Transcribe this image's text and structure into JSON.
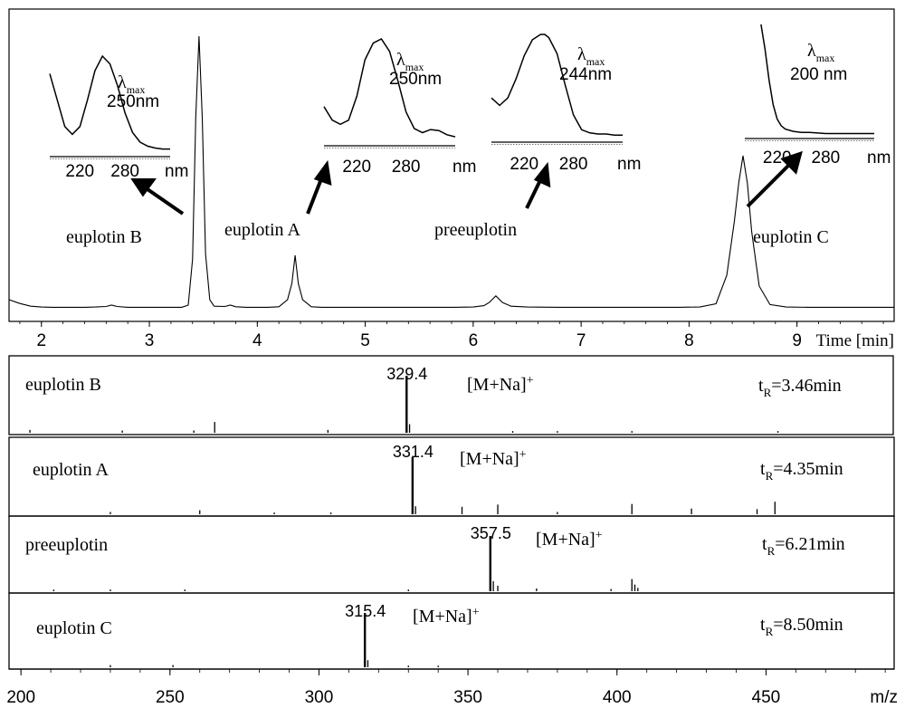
{
  "chart_data": [
    {
      "type": "line",
      "name": "hplc-chromatogram",
      "xlabel": "Time [min]",
      "xlim": [
        1.7,
        9.9
      ],
      "x_ticks": [
        2,
        3,
        4,
        5,
        6,
        7,
        8,
        9
      ],
      "grid": false,
      "series": [
        {
          "x": [
            1.7,
            1.8,
            1.9,
            2.0,
            2.1,
            2.2,
            2.3,
            2.4,
            2.5,
            2.6,
            2.65,
            2.7,
            2.8,
            2.9,
            3.0,
            3.1,
            3.2,
            3.3,
            3.36,
            3.4,
            3.43,
            3.46,
            3.49,
            3.52,
            3.56,
            3.6,
            3.7,
            3.75,
            3.8,
            3.9,
            4.0,
            4.1,
            4.2,
            4.28,
            4.32,
            4.35,
            4.38,
            4.42,
            4.5,
            4.6,
            4.8,
            5.0,
            5.2,
            5.4,
            5.6,
            5.8,
            6.0,
            6.1,
            6.15,
            6.21,
            6.27,
            6.35,
            6.5,
            6.8,
            7.0,
            7.3,
            7.6,
            7.9,
            8.1,
            8.25,
            8.35,
            8.42,
            8.46,
            8.5,
            8.54,
            8.58,
            8.65,
            8.75,
            8.9,
            9.1,
            9.3,
            9.6,
            9.9
          ],
          "y": [
            3.0,
            1.6,
            0.6,
            0.3,
            0.2,
            0.2,
            0.2,
            0.2,
            0.3,
            0.5,
            1.0,
            0.5,
            0.2,
            0.2,
            0.2,
            0.2,
            0.2,
            0.2,
            1.0,
            18,
            70,
            100,
            70,
            20,
            3,
            0.6,
            0.5,
            1.0,
            0.4,
            0.2,
            0.2,
            0.2,
            0.4,
            3.0,
            9.0,
            19.3,
            9.0,
            3.0,
            0.4,
            0.2,
            0.2,
            0.2,
            0.2,
            0.2,
            0.2,
            0.2,
            0.3,
            0.8,
            2.0,
            4.4,
            2.0,
            0.6,
            0.3,
            0.2,
            0.2,
            0.2,
            0.2,
            0.2,
            0.3,
            1.5,
            12,
            32,
            46,
            56,
            46,
            28,
            8,
            1.2,
            0.3,
            0.2,
            0.2,
            0.2,
            0.2
          ]
        }
      ],
      "peaks": [
        {
          "label": "euplotin B",
          "t": 3.46
        },
        {
          "label": "euplotin A",
          "t": 4.35
        },
        {
          "label": "preeuplotin",
          "t": 6.21
        },
        {
          "label": "euplotin C",
          "t": 8.5
        }
      ]
    },
    {
      "type": "line",
      "name": "uv-spectrum-inset",
      "panels": [
        {
          "lambda_symbol": "λ",
          "lambda_sub": "max",
          "value_text": "250nm",
          "xlim": [
            180,
            340
          ],
          "tick_values": [
            220,
            280
          ],
          "tick_labels": [
            "220",
            "280"
          ],
          "unit": "nm",
          "x": [
            180,
            190,
            200,
            210,
            220,
            230,
            240,
            250,
            260,
            270,
            280,
            290,
            300,
            310,
            320,
            330,
            340
          ],
          "y": [
            0.82,
            0.55,
            0.28,
            0.2,
            0.28,
            0.55,
            0.85,
            1.0,
            0.92,
            0.7,
            0.42,
            0.22,
            0.12,
            0.08,
            0.06,
            0.05,
            0.05
          ]
        },
        {
          "lambda_symbol": "λ",
          "lambda_sub": "max",
          "value_text": "250nm",
          "xlim": [
            180,
            340
          ],
          "tick_values": [
            220,
            280
          ],
          "tick_labels": [
            "220",
            "280"
          ],
          "unit": "nm",
          "x": [
            180,
            190,
            200,
            210,
            220,
            230,
            240,
            250,
            260,
            270,
            280,
            290,
            300,
            310,
            320,
            330,
            340
          ],
          "y": [
            0.35,
            0.22,
            0.18,
            0.22,
            0.45,
            0.8,
            0.96,
            1.0,
            0.88,
            0.6,
            0.3,
            0.14,
            0.1,
            0.13,
            0.12,
            0.08,
            0.06
          ]
        },
        {
          "lambda_symbol": "λ",
          "lambda_sub": "max",
          "value_text": "244nm",
          "xlim": [
            180,
            340
          ],
          "tick_values": [
            220,
            280
          ],
          "tick_labels": [
            "220",
            "280"
          ],
          "unit": "nm",
          "x": [
            180,
            190,
            200,
            210,
            220,
            230,
            240,
            245,
            250,
            260,
            270,
            280,
            290,
            300,
            310,
            320,
            330,
            340
          ],
          "y": [
            0.4,
            0.33,
            0.4,
            0.58,
            0.8,
            0.95,
            1.0,
            1.0,
            0.97,
            0.82,
            0.52,
            0.24,
            0.1,
            0.07,
            0.06,
            0.06,
            0.05,
            0.05
          ]
        },
        {
          "lambda_symbol": "λ",
          "lambda_sub": "max",
          "value_text": "200 nm",
          "xlim": [
            180,
            340
          ],
          "tick_values": [
            220,
            280
          ],
          "tick_labels": [
            "220",
            "280"
          ],
          "unit": "nm",
          "x": [
            200,
            205,
            210,
            215,
            220,
            225,
            230,
            240,
            250,
            260,
            280,
            300,
            320,
            340
          ],
          "y": [
            1.0,
            0.78,
            0.5,
            0.28,
            0.15,
            0.09,
            0.06,
            0.04,
            0.03,
            0.03,
            0.02,
            0.02,
            0.02,
            0.02
          ]
        }
      ]
    },
    {
      "type": "bar",
      "name": "esi-ms-spectra",
      "xlabel": "m/z",
      "xlim": [
        196,
        493
      ],
      "x_ticks": [
        200,
        250,
        300,
        350,
        400,
        450
      ],
      "panels": [
        {
          "compound": "euplotin B",
          "peak_label": "329.4",
          "ion_text": "[M+Na]",
          "ion_charge": "+",
          "rt_prefix": "t",
          "rt_sub": "R",
          "rt_value": "=3.46min",
          "mz": [
            203,
            234,
            258,
            265,
            303,
            329.4,
            330.4,
            365,
            380,
            405,
            454
          ],
          "intensity": [
            0.05,
            0.04,
            0.04,
            0.19,
            0.05,
            1.0,
            0.15,
            0.03,
            0.03,
            0.03,
            0.03
          ]
        },
        {
          "compound": "euplotin A",
          "peak_label": "331.4",
          "ion_text": "[M+Na]",
          "ion_charge": "+",
          "rt_prefix": "t",
          "rt_sub": "R",
          "rt_value": "=4.35min",
          "mz": [
            230,
            260,
            285,
            304,
            331.4,
            332.4,
            348,
            360,
            380,
            405,
            425,
            447,
            453
          ],
          "intensity": [
            0.04,
            0.07,
            0.03,
            0.03,
            1.0,
            0.14,
            0.13,
            0.17,
            0.04,
            0.18,
            0.1,
            0.09,
            0.22
          ]
        },
        {
          "compound": "preeuplotin",
          "peak_label": "357.5",
          "ion_text": "[M+Na]",
          "ion_charge": "+",
          "rt_prefix": "t",
          "rt_sub": "R",
          "rt_value": "=6.21min",
          "mz": [
            211,
            230,
            255,
            330,
            357.5,
            358.5,
            360,
            373,
            398,
            405,
            406,
            407
          ],
          "intensity": [
            0.03,
            0.03,
            0.03,
            0.03,
            1.0,
            0.18,
            0.1,
            0.05,
            0.04,
            0.22,
            0.12,
            0.06
          ]
        },
        {
          "compound": "euplotin C",
          "peak_label": "315.4",
          "ion_text": "[M+Na]",
          "ion_charge": "+",
          "rt_prefix": "t",
          "rt_sub": "R",
          "rt_value": "=8.50min",
          "mz": [
            230,
            251,
            315.4,
            316.4,
            330,
            340
          ],
          "intensity": [
            0.04,
            0.04,
            1.0,
            0.13,
            0.03,
            0.03
          ]
        }
      ]
    }
  ]
}
